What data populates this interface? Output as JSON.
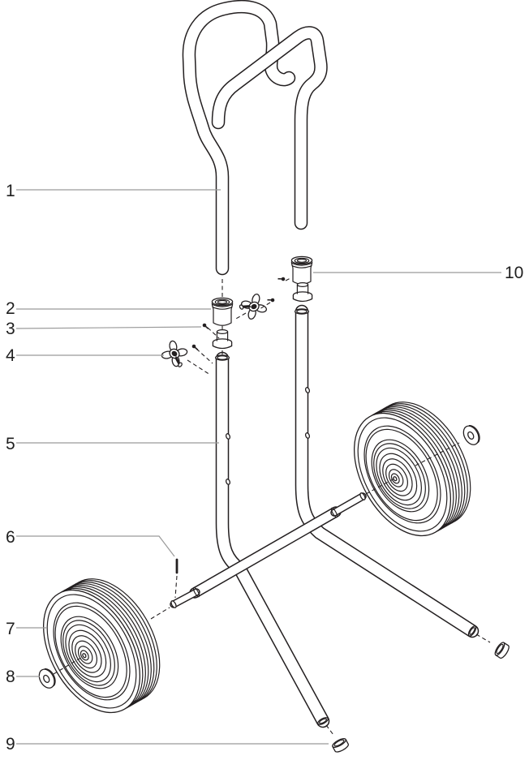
{
  "callouts": [
    {
      "label": "1"
    },
    {
      "label": "2"
    },
    {
      "label": "3"
    },
    {
      "label": "4"
    },
    {
      "label": "5"
    },
    {
      "label": "6"
    },
    {
      "label": "7"
    },
    {
      "label": "8"
    },
    {
      "label": "9"
    },
    {
      "label": "10"
    }
  ],
  "colors": {
    "background": "#ffffff",
    "line_art": "#231f20",
    "leader_line": "#9a9a9a",
    "label_text": "#1f1f1f"
  }
}
